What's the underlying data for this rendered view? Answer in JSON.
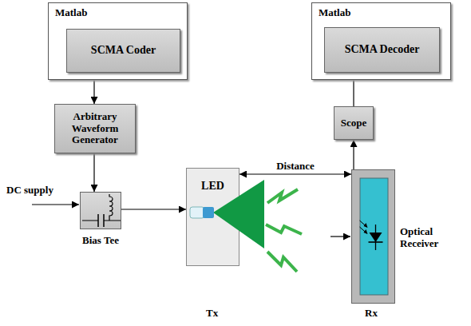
{
  "diagram": {
    "nodes": [
      {
        "text": [
          "Matlab"
        ]
      },
      {
        "text": [
          "SCMA Coder"
        ],
        "in": 0
      },
      {
        "text": [
          "Matlab"
        ]
      },
      {
        "text": [
          "SCMA Decoder"
        ],
        "in": 2
      },
      {
        "text": [
          "Arbitrary Waveform Generator"
        ]
      },
      {
        "text": [
          "Scope"
        ]
      },
      {
        "text": [
          "Bias Tee"
        ]
      },
      {
        "text": [
          "LED"
        ]
      },
      {
        "text": [
          "Optical Receiver"
        ]
      }
    ],
    "edges": [
      {
        "from": 1,
        "to": 4,
        "arrow": "to"
      },
      {
        "from": 4,
        "to": 6,
        "arrow": "to"
      },
      {
        "from": 6,
        "to": 7,
        "arrow": "to"
      },
      {
        "from": 7,
        "to": 8,
        "label": "Distance",
        "arrow": "both"
      },
      {
        "from": 8,
        "to": 5,
        "arrow": "to"
      },
      {
        "from": 5,
        "to": 3,
        "arrow": "to"
      }
    ],
    "labels": [
      "DC supply",
      "Tx",
      "Rx"
    ]
  }
}
